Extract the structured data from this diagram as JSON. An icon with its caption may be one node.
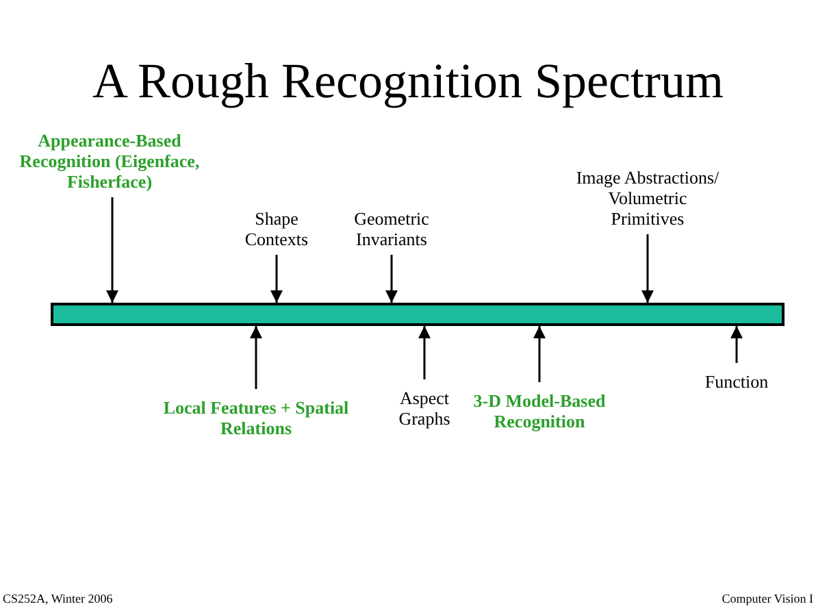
{
  "diagram": {
    "title": "A Rough Recognition Spectrum",
    "nodes": [
      {
        "text": [
          "Appearance-Based Recognition (Eigenface, Fisherface)"
        ]
      },
      {
        "text": [
          "Shape Contexts"
        ]
      },
      {
        "text": [
          "Geometric Invariants"
        ]
      },
      {
        "text": [
          "Image Abstractions/ Volumetric Primitives"
        ]
      },
      {
        "text": [],
        "shape": "bar"
      },
      {
        "text": [
          "Local Features + Spatial Relations"
        ]
      },
      {
        "text": [
          "Aspect Graphs"
        ]
      },
      {
        "text": [
          "3-D Model-Based Recognition"
        ]
      },
      {
        "text": [
          "Function"
        ]
      }
    ],
    "edges": [
      {
        "from": 0,
        "to": 4,
        "arrow": "to"
      },
      {
        "from": 1,
        "to": 4,
        "arrow": "to"
      },
      {
        "from": 2,
        "to": 4,
        "arrow": "to"
      },
      {
        "from": 3,
        "to": 4,
        "arrow": "to"
      },
      {
        "from": 5,
        "to": 4,
        "arrow": "to"
      },
      {
        "from": 6,
        "to": 4,
        "arrow": "to"
      },
      {
        "from": 7,
        "to": 4,
        "arrow": "to"
      },
      {
        "from": 8,
        "to": 4,
        "arrow": "to"
      }
    ],
    "labels": [
      "CS252A, Winter 2006",
      "Computer Vision I"
    ]
  }
}
